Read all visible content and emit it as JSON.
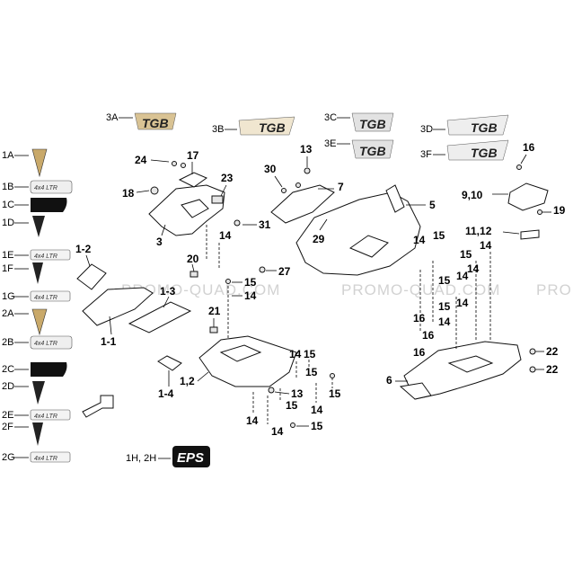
{
  "watermark": "PROMO-QUAD.COM",
  "decals": {
    "left_column": [
      "1A",
      "1B",
      "1C",
      "1D",
      "1E",
      "1F",
      "1G",
      "2A",
      "2B",
      "2C",
      "2D",
      "2E",
      "2F",
      "2G"
    ],
    "top_row": [
      "3A",
      "3B",
      "3C",
      "3D",
      "3E",
      "3F"
    ],
    "tgb_text": "TGB",
    "model_text": "4x4 LTR",
    "eps_label": "1H, 2H",
    "eps_text": "EPS"
  },
  "callouts": {
    "c1_2": "1-2",
    "c1_3": "1-3",
    "c1_1": "1-1",
    "c1_4": "1-4",
    "c1_comma_2": "1,2",
    "c3": "3",
    "c5": "5",
    "c6": "6",
    "c7": "7",
    "c9_10": "9,10",
    "c11_12": "11,12",
    "c13a": "13",
    "c13b": "13",
    "c14a": "14",
    "c14b": "14",
    "c14c": "14",
    "c14d": "14",
    "c14e": "14",
    "c14f": "14",
    "c14g": "14",
    "c14h": "14",
    "c14i": "14",
    "c14j": "14",
    "c14k": "14",
    "c15a": "15",
    "c15b": "15",
    "c15c": "15",
    "c15d": "15",
    "c15e": "15",
    "c15f": "15",
    "c15g": "15",
    "c16a": "16",
    "c16b": "16",
    "c16c": "16",
    "c16d": "16",
    "c17": "17",
    "c18": "18",
    "c19": "19",
    "c20": "20",
    "c21": "21",
    "c22a": "22",
    "c22b": "22",
    "c23": "23",
    "c24": "24",
    "c27": "27",
    "c29": "29",
    "c30": "30",
    "c31": "31"
  }
}
